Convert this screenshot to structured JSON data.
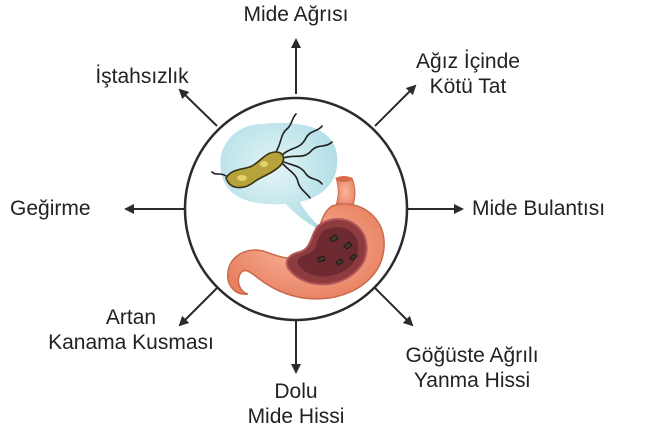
{
  "symptoms": {
    "top": "Mide Ağrısı",
    "top_right": [
      "Ağız İçinde",
      "Kötü Tat"
    ],
    "right": "Mide Bulantısı",
    "bottom_right": [
      "Göğüste Ağrılı",
      "Yanma Hissi"
    ],
    "bottom": [
      "Dolu",
      "Mide Hissi"
    ],
    "bottom_left": [
      "Artan",
      "Kanama Kusması"
    ],
    "left": "Geğirme",
    "top_left": "İştahsızlık"
  },
  "colors": {
    "circle_stroke": "#2b2b2b",
    "arrow": "#2b2b2b",
    "bubble": "#bfe6ec",
    "stomach_outer": "#f19a7c",
    "stomach_inner": "#8e3b3f",
    "bacterium": "#b7a33b"
  },
  "icons": [
    "bacterium-icon",
    "stomach-icon"
  ]
}
